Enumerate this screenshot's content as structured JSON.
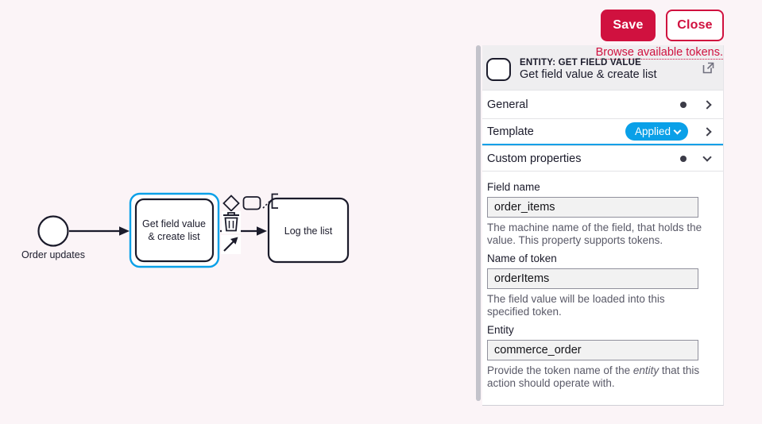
{
  "toolbar": {
    "save_label": "Save",
    "close_label": "Close"
  },
  "panel": {
    "tokens_link": "Browse available tokens.",
    "header": {
      "kicker": "ENTITY: GET FIELD VALUE",
      "title": "Get field value & create list",
      "shape_icon": "task-rounded-rect-icon",
      "action_icon": "external-link-icon"
    },
    "sections": [
      {
        "label": "General",
        "indicator": "dot",
        "chevron": "right"
      },
      {
        "label": "Template",
        "badge": "Applied",
        "chevron": "right"
      },
      {
        "label": "Custom properties",
        "indicator": "dot",
        "chevron": "down"
      }
    ],
    "fields": [
      {
        "label": "Field name",
        "value": "order_items",
        "help": "The machine name of the field, that holds the value. This property supports tokens."
      },
      {
        "label": "Name of token",
        "value": "orderItems",
        "help": "The field value will be loaded into this specified token."
      },
      {
        "label": "Entity",
        "value": "commerce_order",
        "help_prefix": "Provide the token name of the ",
        "help_em": "entity",
        "help_suffix": " that this action should operate with."
      }
    ]
  },
  "canvas": {
    "start_event_label": "Order updates",
    "selected_node": {
      "line1": "Get field value",
      "line2": "& create list"
    },
    "log_node_label": "Log the list",
    "context_pad_icons": [
      "gateway-icon",
      "task-icon",
      "annotation-icon",
      "trash-icon",
      "connect-arrow-icon"
    ]
  },
  "colors": {
    "accent_red": "#d0113f",
    "accent_blue": "#0aa0e8",
    "page_background": "#fbf4f7",
    "panel_header_background": "#efeef0",
    "diagram_stroke": "#1b1b2b"
  }
}
